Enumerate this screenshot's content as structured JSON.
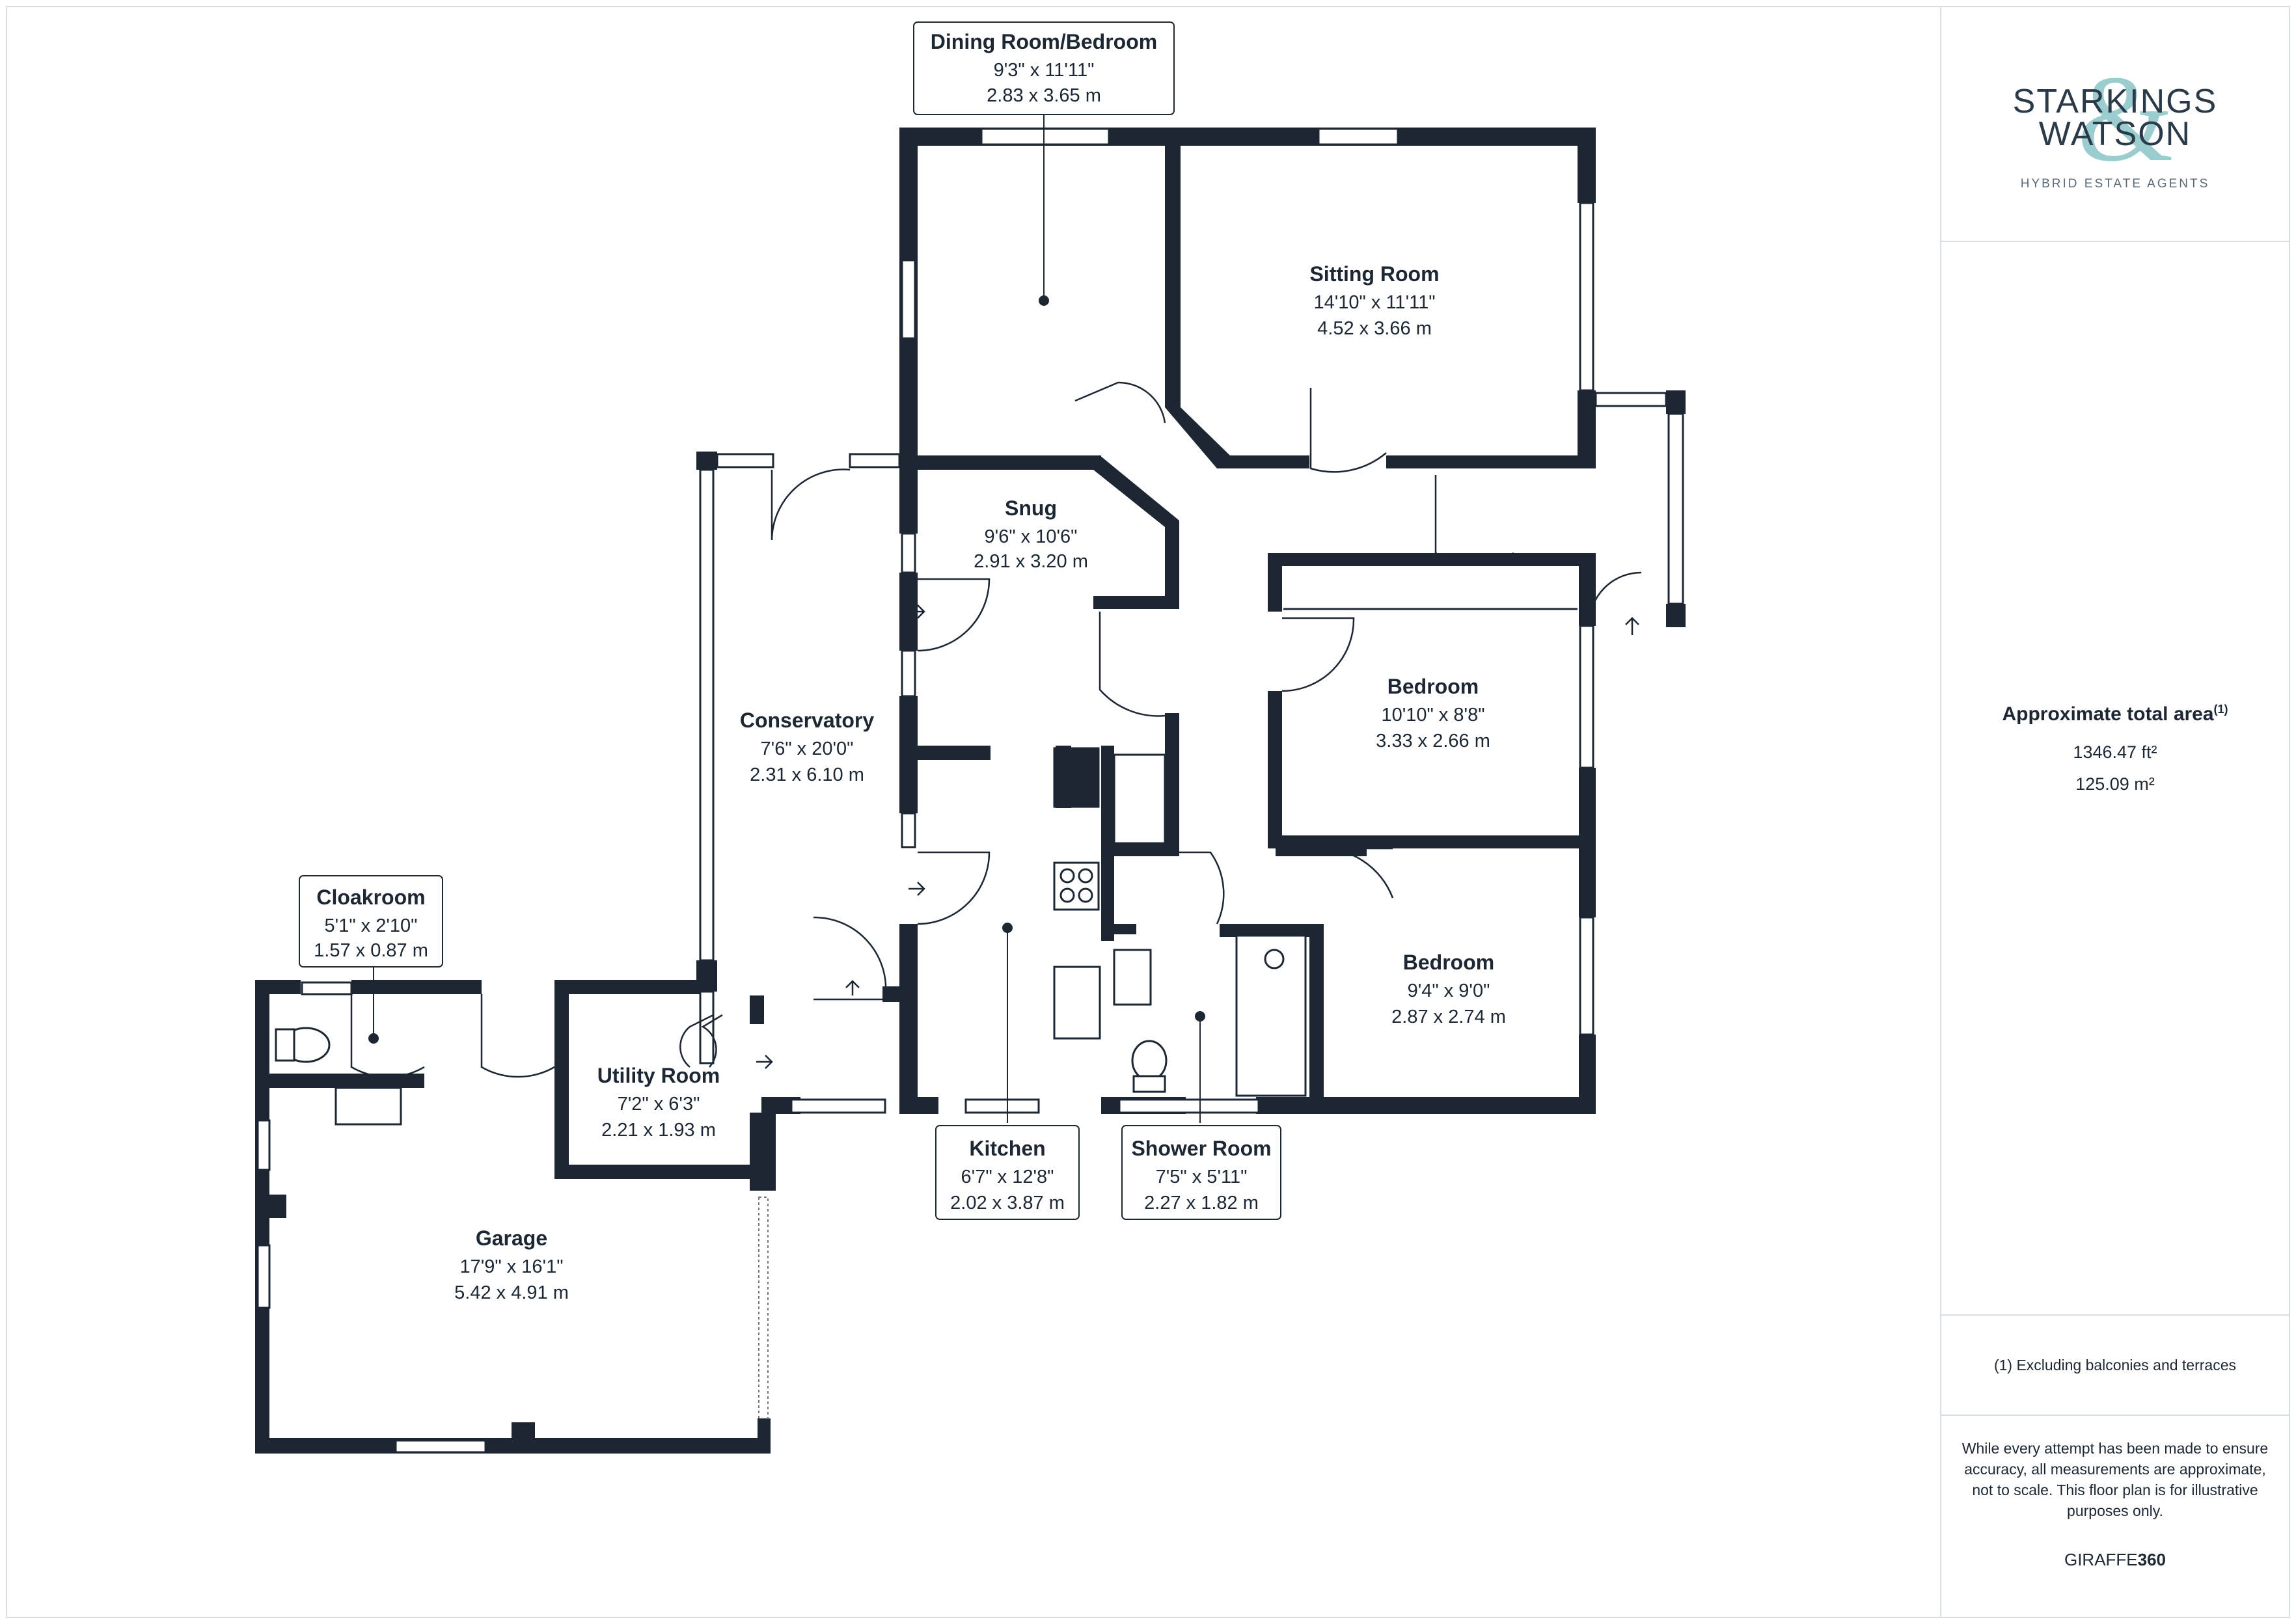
{
  "rooms": {
    "dining": {
      "name": "Dining Room/Bedroom",
      "imperial": "9'3\" x 11'11\"",
      "metric": "2.83 x 3.65 m"
    },
    "sitting": {
      "name": "Sitting Room",
      "imperial": "14'10\" x 11'11\"",
      "metric": "4.52 x 3.66 m"
    },
    "snug": {
      "name": "Snug",
      "imperial": "9'6\" x 10'6\"",
      "metric": "2.91 x 3.20 m"
    },
    "conservatory": {
      "name": "Conservatory",
      "imperial": "7'6\" x 20'0\"",
      "metric": "2.31 x 6.10 m"
    },
    "bedroom1": {
      "name": "Bedroom",
      "imperial": "10'10\" x 8'8\"",
      "metric": "3.33 x 2.66 m"
    },
    "bedroom2": {
      "name": "Bedroom",
      "imperial": "9'4\" x 9'0\"",
      "metric": "2.87 x 2.74 m"
    },
    "cloakroom": {
      "name": "Cloakroom",
      "imperial": "5'1\" x 2'10\"",
      "metric": "1.57 x 0.87 m"
    },
    "utility": {
      "name": "Utility Room",
      "imperial": "7'2\" x 6'3\"",
      "metric": "2.21 x 1.93 m"
    },
    "kitchen": {
      "name": "Kitchen",
      "imperial": "6'7\" x 12'8\"",
      "metric": "2.02 x 3.87 m"
    },
    "shower": {
      "name": "Shower Room",
      "imperial": "7'5\" x 5'11\"",
      "metric": "2.27 x 1.82 m"
    },
    "garage": {
      "name": "Garage",
      "imperial": "17'9\" x 16'1\"",
      "metric": "5.42 x 4.91 m"
    }
  },
  "logo": {
    "line1": "STARKINGS",
    "line2": "WATSON",
    "amp": "&",
    "tagline": "HYBRID ESTATE AGENTS"
  },
  "area": {
    "title": "Approximate total area",
    "sup": "(1)",
    "sqft": "1346.47 ft²",
    "sqm": "125.09 m²"
  },
  "note": "(1) Excluding balconies and terraces",
  "disclaimer": "While every attempt has been made to ensure accuracy, all measurements are approximate, not to scale. This floor plan is for illustrative purposes only.",
  "brand": {
    "prefix": "GIRAFFE",
    "suffix": "360"
  },
  "colors": {
    "wall": "#1c2733",
    "accent": "#8ac5c6",
    "divider": "#d8dde2"
  }
}
